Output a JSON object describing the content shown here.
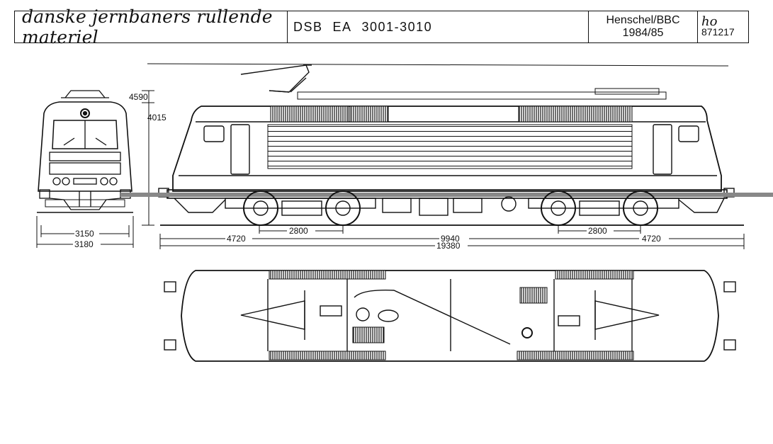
{
  "title_block": {
    "series": "danske jernbaners rullende materiel",
    "model": [
      "DSB",
      "EA",
      "3001-3010"
    ],
    "builder": "Henschel/BBC",
    "years": "1984/85",
    "signature": "ho",
    "drawing_no": "871217"
  },
  "front_view": {
    "height_pantograph": "4590",
    "height_body": "4015",
    "width_body": "3150",
    "width_total": "3180"
  },
  "side_view": {
    "overhang_left": "4720",
    "bogie_wheelbase_left": "2800",
    "bogie_centers": "9940",
    "length_over_buffers": "19380",
    "bogie_wheelbase_right": "2800",
    "overhang_right": "4720"
  }
}
